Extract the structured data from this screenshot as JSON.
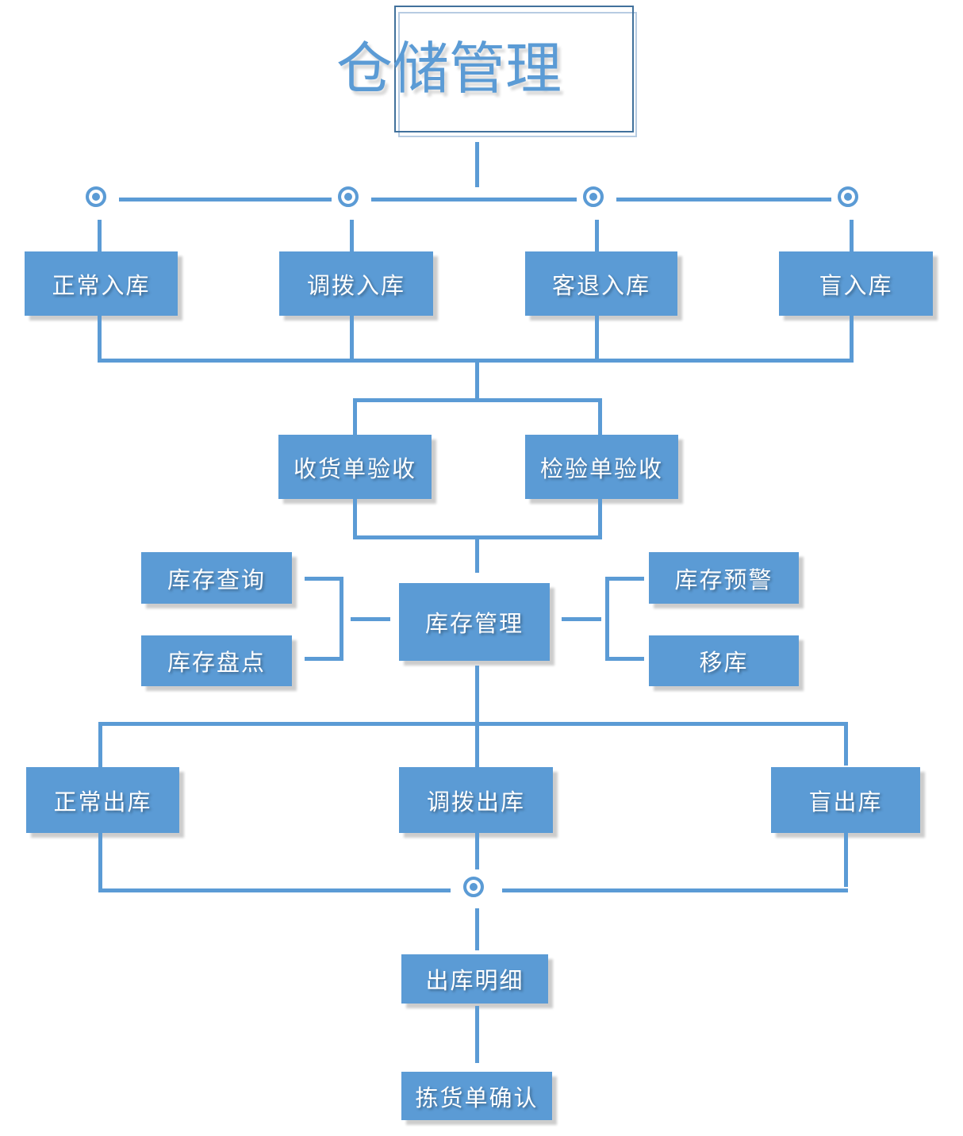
{
  "colors": {
    "box": "#5B9BD5",
    "line": "#5B9BD5",
    "title_text": "#5B9BD5",
    "title_border_dark": "#41719C",
    "title_border_light": "#B7CCE2"
  },
  "title": {
    "label": "仓储管理"
  },
  "inbound": {
    "nodes": [
      {
        "label": "正常入库"
      },
      {
        "label": "调拨入库"
      },
      {
        "label": "客退入库"
      },
      {
        "label": "盲入库"
      }
    ]
  },
  "acceptance": {
    "nodes": [
      {
        "label": "收货单验收"
      },
      {
        "label": "检验单验收"
      }
    ]
  },
  "inventory": {
    "center": {
      "label": "库存管理"
    },
    "left": [
      {
        "label": "库存查询"
      },
      {
        "label": "库存盘点"
      }
    ],
    "right": [
      {
        "label": "库存预警"
      },
      {
        "label": "移库"
      }
    ]
  },
  "outbound": {
    "nodes": [
      {
        "label": "正常出库"
      },
      {
        "label": "调拨出库"
      },
      {
        "label": "盲出库"
      }
    ],
    "detail": {
      "label": "出库明细"
    },
    "picking_confirm": {
      "label": "拣货单确认"
    }
  }
}
